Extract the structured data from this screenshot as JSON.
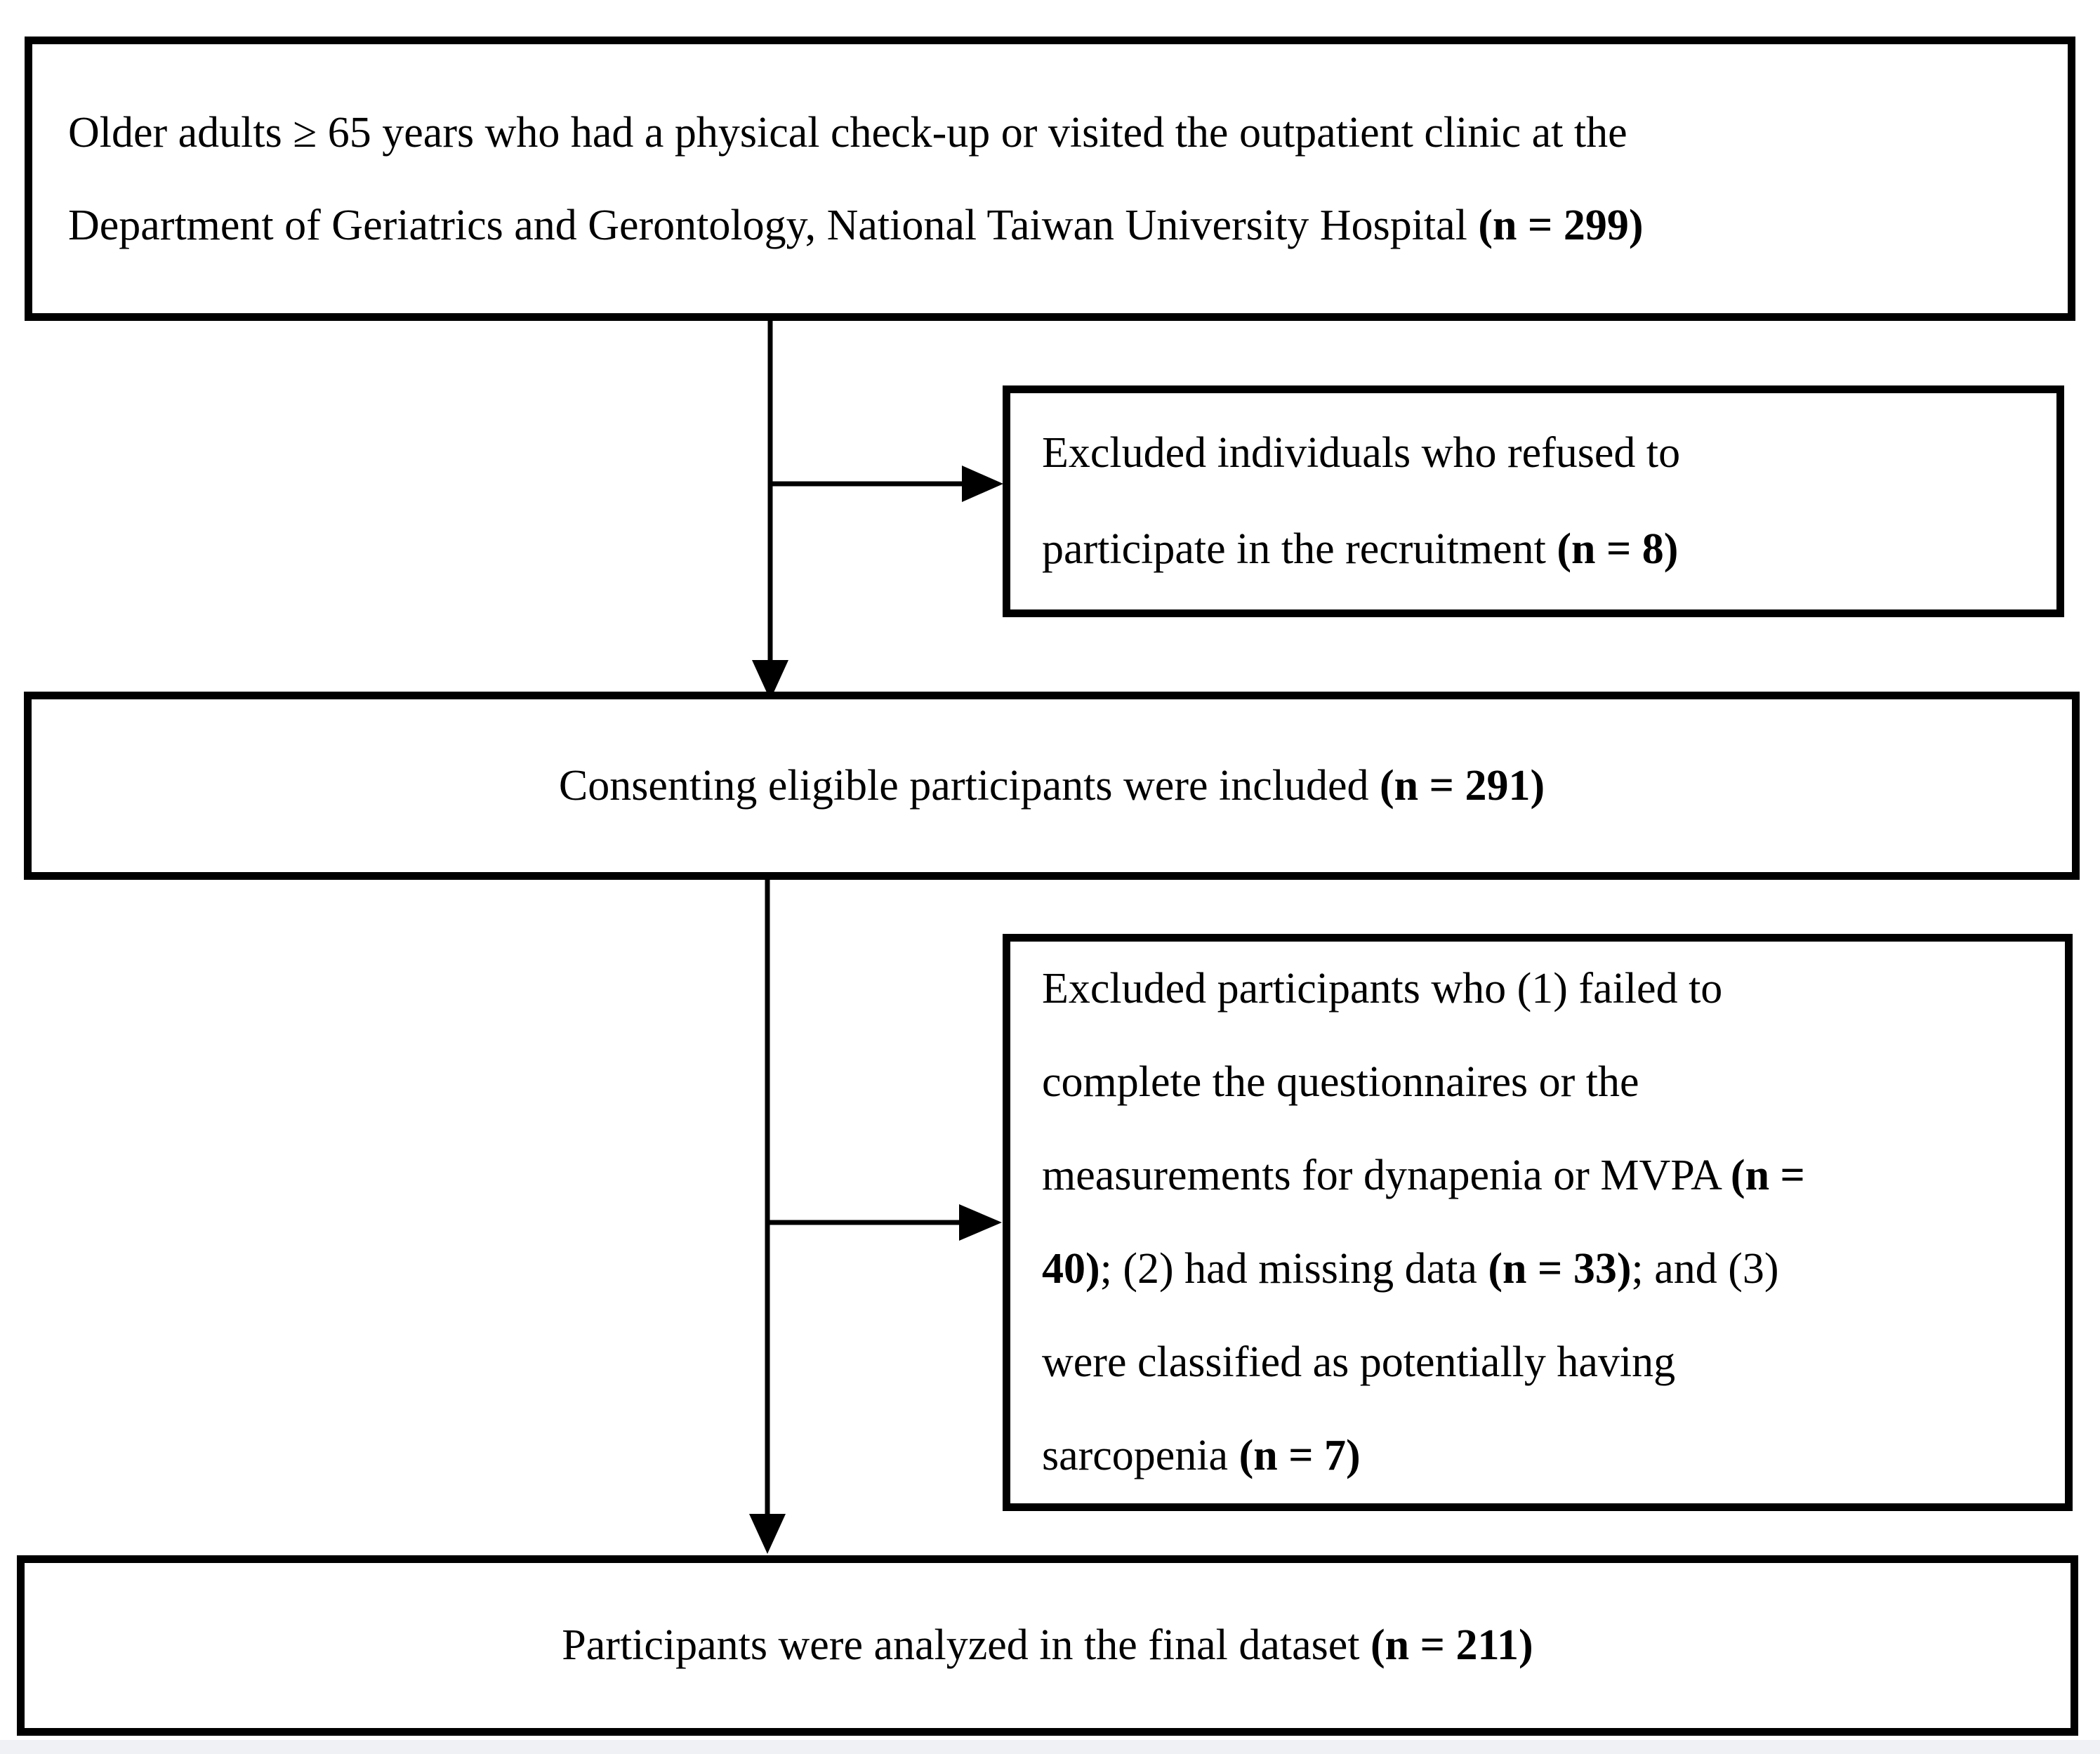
{
  "page": {
    "background": "#ffffff",
    "ink": "#000000",
    "footer_strip_color": "#eff1f4"
  },
  "flow": {
    "nodes": [
      {
        "key": "eligible-population",
        "segments": [
          {
            "t": "Older adults ≥ 65 years who had a physical check-up or visited the outpatient clinic at the\nDepartment of Geriatrics and Gerontology, National Taiwan University Hospital ",
            "b": false
          },
          {
            "t": "(n = 299)",
            "b": true
          }
        ]
      },
      {
        "key": "excluded-recruitment",
        "segments": [
          {
            "t": "Excluded individuals who refused to\nparticipate in the recruitment ",
            "b": false
          },
          {
            "t": "(n = 8)",
            "b": true
          }
        ]
      },
      {
        "key": "included-consenting",
        "segments": [
          {
            "t": "Consenting eligible participants were included ",
            "b": false
          },
          {
            "t": "(n = 291)",
            "b": true
          }
        ]
      },
      {
        "key": "excluded-analysis",
        "segments": [
          {
            "t": "Excluded participants who (1) failed to\ncomplete the questionnaires or the\nmeasurements for dynapenia or MVPA ",
            "b": false
          },
          {
            "t": "(n =\n40)",
            "b": true
          },
          {
            "t": "; (2) had missing data ",
            "b": false
          },
          {
            "t": "(n = 33)",
            "b": true
          },
          {
            "t": "; and (3)\nwere classified as potentially having\nsarcopenia ",
            "b": false
          },
          {
            "t": "(n = 7)",
            "b": true
          }
        ]
      },
      {
        "key": "final-dataset",
        "segments": [
          {
            "t": "Participants were analyzed in the final dataset ",
            "b": false
          },
          {
            "t": "(n = 211)",
            "b": true
          }
        ]
      }
    ]
  }
}
